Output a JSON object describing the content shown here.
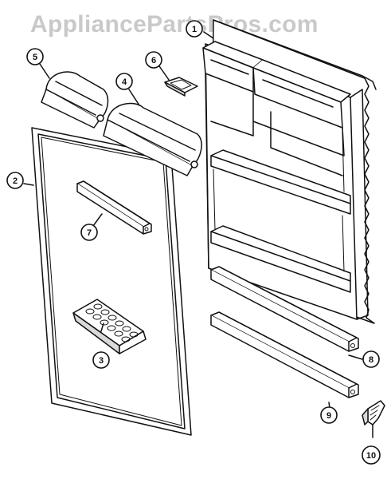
{
  "watermark": "AppliancePartsPros.com",
  "callouts": [
    {
      "id": "1",
      "label": "1"
    },
    {
      "id": "2",
      "label": "2"
    },
    {
      "id": "3",
      "label": "3"
    },
    {
      "id": "4",
      "label": "4"
    },
    {
      "id": "5",
      "label": "5"
    },
    {
      "id": "6",
      "label": "6"
    },
    {
      "id": "7",
      "label": "7"
    },
    {
      "id": "8",
      "label": "8"
    },
    {
      "id": "9",
      "label": "9"
    },
    {
      "id": "10",
      "label": "10"
    }
  ],
  "colors": {
    "ink": "#111111",
    "watermark": "#c9c9c9",
    "background": "#ffffff"
  }
}
